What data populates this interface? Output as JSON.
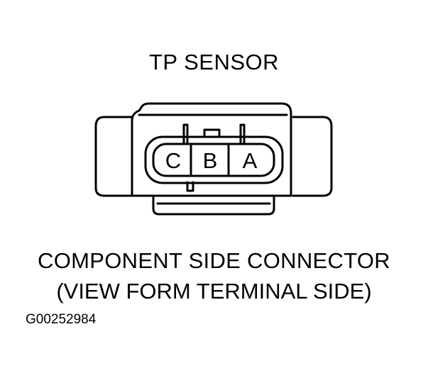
{
  "title": "TP SENSOR",
  "caption": {
    "line1": "COMPONENT SIDE CONNECTOR",
    "line2": "(VIEW FORM TERMINAL SIDE)"
  },
  "figure_id": "G00252984",
  "terminals": [
    {
      "label": "C"
    },
    {
      "label": "B"
    },
    {
      "label": "A"
    }
  ],
  "colors": {
    "line": "#000000",
    "background": "#ffffff"
  }
}
